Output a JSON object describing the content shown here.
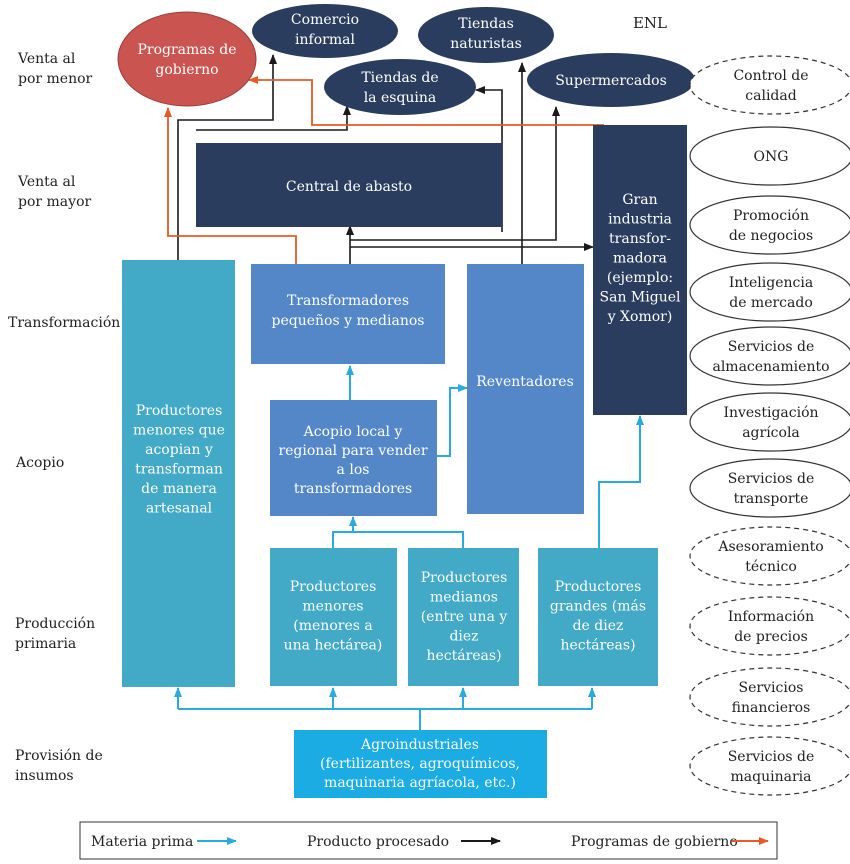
{
  "enl_label": "ENL",
  "stages": {
    "retail": [
      "Venta al",
      "por menor"
    ],
    "wholesale": [
      "Venta al",
      "por mayor"
    ],
    "transformation": [
      "Transformación"
    ],
    "collection": [
      "Acopio"
    ],
    "primary": [
      "Producción",
      "primaria"
    ],
    "inputs": [
      "Provisión de",
      "insumos"
    ]
  },
  "retail_nodes": {
    "gov_programs": [
      "Programas de",
      "gobierno"
    ],
    "informal": [
      "Comercio",
      "informal"
    ],
    "naturistas": [
      "Tiendas",
      "naturistas"
    ],
    "esquina": [
      "Tiendas de",
      "la esquina"
    ],
    "super": [
      "Supermercados"
    ]
  },
  "boxes": {
    "central": [
      "Central de abasto"
    ],
    "gran": [
      "Gran",
      "industria",
      "transfor-",
      "madora",
      "(ejemplo:",
      "San Miguel",
      "y Xomor)"
    ],
    "artesanal": [
      "Productores",
      "menores que",
      "acopian y",
      "transforman",
      "de manera",
      "artesanal"
    ],
    "transformadores": [
      "Transformadores",
      "pequeños y medianos"
    ],
    "reventadores": [
      "Reventadores"
    ],
    "acopio": [
      "Acopio local y",
      "regional para vender",
      "a los",
      "transformadores"
    ],
    "menores": [
      "Productores",
      "menores",
      "(menores a",
      "una hectárea)"
    ],
    "medianos": [
      "Productores",
      "medianos",
      "(entre una y",
      "diez",
      "hectáreas)"
    ],
    "grandes": [
      "Productores",
      "grandes (más",
      "de diez",
      "hectáreas)"
    ],
    "agro": [
      "Agroindustriales",
      "(fertilizantes, agroquímicos,",
      "maquinaria agríacola, etc.)"
    ]
  },
  "services": [
    {
      "lines": [
        "Control de",
        "calidad"
      ],
      "dashed": true
    },
    {
      "lines": [
        "ONG"
      ],
      "dashed": false
    },
    {
      "lines": [
        "Promoción",
        "de negocios"
      ],
      "dashed": false
    },
    {
      "lines": [
        "Inteligencia",
        "de mercado"
      ],
      "dashed": false
    },
    {
      "lines": [
        "Servicios de",
        "almacenamiento"
      ],
      "dashed": false
    },
    {
      "lines": [
        "Investigación",
        "agrícola"
      ],
      "dashed": false
    },
    {
      "lines": [
        "Servicios de",
        "transporte"
      ],
      "dashed": false
    },
    {
      "lines": [
        "Asesoramiento",
        "técnico"
      ],
      "dashed": true
    },
    {
      "lines": [
        "Información",
        "de precios"
      ],
      "dashed": true
    },
    {
      "lines": [
        "Servicios",
        "financieros"
      ],
      "dashed": true
    },
    {
      "lines": [
        "Servicios de",
        "maquinaria"
      ],
      "dashed": true
    }
  ],
  "legend": {
    "raw": "Materia prima",
    "processed": "Producto procesado",
    "gov": "Programas de gobierno"
  },
  "colors": {
    "navy": "#2b3d5f",
    "mid_blue": "#5387c8",
    "teal": "#42a9c6",
    "cyan": "#1aace2",
    "red_fill": "#c95450",
    "raw_arrow": "#29abe2",
    "processed_arrow": "#1a1a1a",
    "gov_arrow": "#ea5a24"
  }
}
